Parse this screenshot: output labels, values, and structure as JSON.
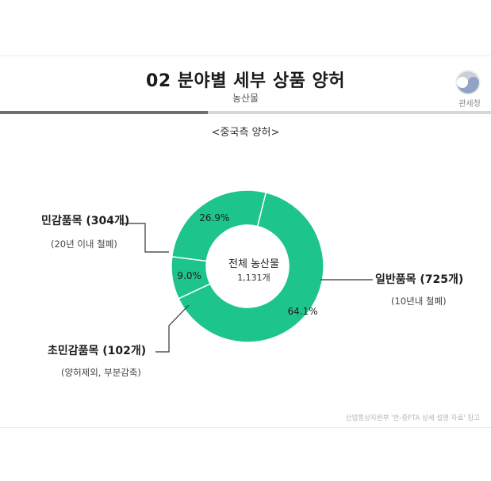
{
  "header": {
    "title": "02 분야별 세부 상품 양허",
    "subtitle": "농산물",
    "logo_text": "관세청"
  },
  "section_title": "<중국측 양허>",
  "colors": {
    "donut": "#1dc48c",
    "leader": "#333333",
    "bar_dark": "#6f6f6f",
    "bar_light": "#d7d7d7"
  },
  "chart_data": {
    "type": "pie",
    "donut": true,
    "center_label": "전체 농산물",
    "center_value": "1,131개",
    "slices": [
      {
        "label": "일반품목 (725개)",
        "note": "(10년내 철폐)",
        "value": 725,
        "percent_label": "64.1%"
      },
      {
        "label": "초민감품목 (102개)",
        "note": "(양허제외, 부분감축)",
        "value": 102,
        "percent_label": "9.0%"
      },
      {
        "label": "민감품목 (304개)",
        "note": "(20년 이내 철폐)",
        "value": 304,
        "percent_label": "26.9%"
      }
    ]
  },
  "source": "산업통상자원부 '한-중FTA 상세 설명 자료' 참고"
}
